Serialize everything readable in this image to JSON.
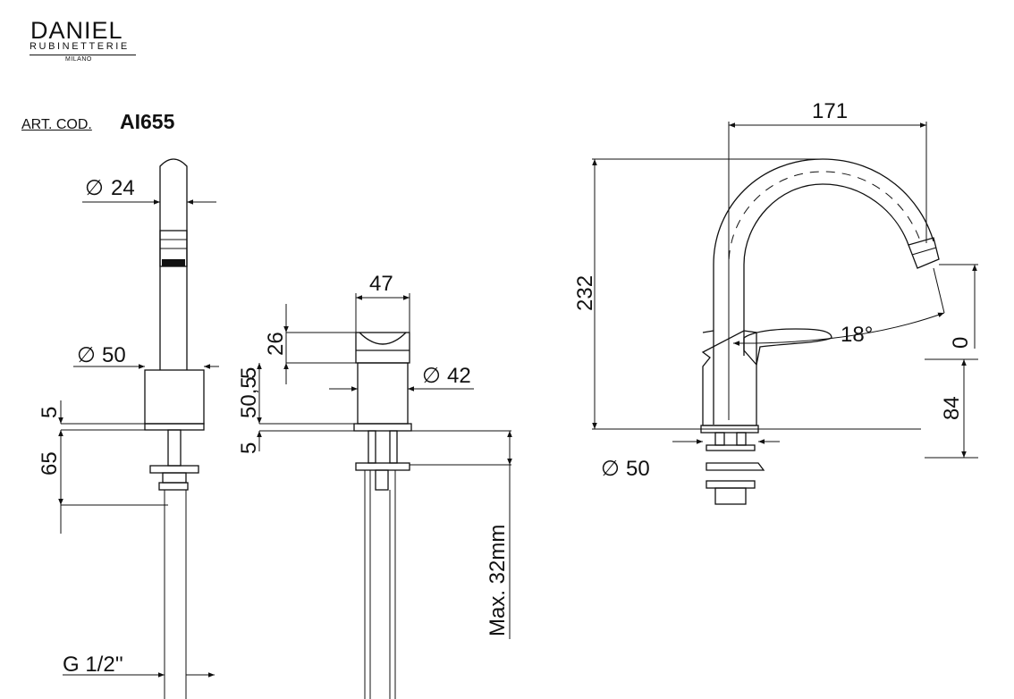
{
  "brand": {
    "name": "DANIEL",
    "subtitle": "RUBINETTERIE",
    "city": "MILANO"
  },
  "article": {
    "label": "ART. COD.",
    "code": "AI655"
  },
  "dimensions": {
    "spout_diameter": "24",
    "body_diameter": "50",
    "base_thickness": "5",
    "shank_drop": "65",
    "thread": "G 1/2''",
    "handle_width": "47",
    "handle_height": "26",
    "handle_offset": "5",
    "handle_base_diameter": "42",
    "handle_body_height": "50,5",
    "handle_base_thickness": "5",
    "max_counter": "Max. 32mm",
    "spout_reach": "171",
    "total_height": "232",
    "lever_angle": "18°",
    "outlet_height": "84",
    "outlet_clearance": "0",
    "side_base_diameter": "50"
  },
  "symbols": {
    "diameter": "∅"
  }
}
